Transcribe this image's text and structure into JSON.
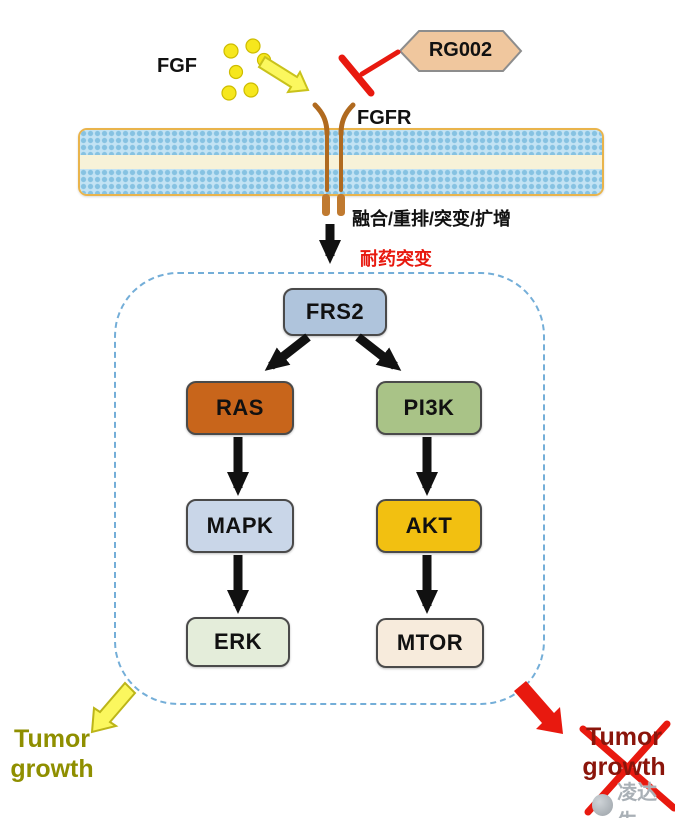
{
  "ligand": {
    "label": "FGF"
  },
  "inhibitor": {
    "label": "RG002",
    "fill": "#F0C79E"
  },
  "receptor": {
    "label": "FGFR"
  },
  "annotations": {
    "alterations": "融合/重排/突变/扩增",
    "resistance": "耐药突变",
    "resistance_color": "#E8190F"
  },
  "pathway": {
    "nodes": [
      {
        "id": "frs2",
        "label": "FRS2",
        "bg": "#AFC4DC"
      },
      {
        "id": "ras",
        "label": "RAS",
        "bg": "#C8651B"
      },
      {
        "id": "pi3k",
        "label": "PI3K",
        "bg": "#A9C387"
      },
      {
        "id": "mapk",
        "label": "MAPK",
        "bg": "#C9D6E8"
      },
      {
        "id": "akt",
        "label": "AKT",
        "bg": "#F2C011"
      },
      {
        "id": "erk",
        "label": "ERK",
        "bg": "#E4EDDA"
      },
      {
        "id": "mtor",
        "label": "MTOR",
        "bg": "#F7EBDC"
      }
    ]
  },
  "outcomes": {
    "left": {
      "line1": "Tumor",
      "line2": "growth",
      "color": "#8F8F00"
    },
    "right": {
      "line1": "Tumor",
      "line2": "growth",
      "color": "#8B150B"
    }
  },
  "watermark": {
    "text": "凌达生"
  },
  "colors": {
    "inhibition": "#E8190F",
    "activation_yellow": "#FBF75E"
  }
}
